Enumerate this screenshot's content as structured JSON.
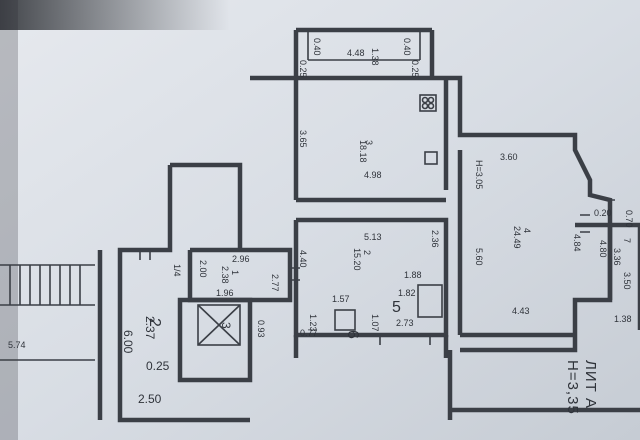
{
  "balcony": {
    "width": "4.48",
    "depth": "1.38",
    "left_offset": "0.40",
    "right_offset": "0.40",
    "left_side": "0.25",
    "right_side": "0.25"
  },
  "room3": {
    "number": "3",
    "area": "18.18",
    "left_wall": "3.65",
    "bottom_wall": "4.98"
  },
  "room2": {
    "number": "2",
    "area": "15.20",
    "width": "5.13",
    "height": "4.40",
    "right_wall": "2.36",
    "bottom": "1.88"
  },
  "room4": {
    "number": "4",
    "area": "24.49",
    "top": "3.60",
    "label_h": "H=3.05",
    "right": "5.60",
    "bottom": "4.43",
    "left_seg": "4.84"
  },
  "room1": {
    "number": "1",
    "area": "2.38",
    "fraction": "1/4",
    "top": "2.96",
    "left": "2.00",
    "bottom": "1.96",
    "right_a": "2.77",
    "right_b": "0.93"
  },
  "corridor": {
    "number": "2",
    "area": "6.00",
    "a": "2.37",
    "b": "0.25",
    "c": "2.50"
  },
  "room5": {
    "number": "5",
    "top": "1.82",
    "area": "2.73",
    "side": "1.07"
  },
  "room6": {
    "number": "6",
    "top": "1.57",
    "side": "1.23",
    "bottom": "0.77"
  },
  "room7": {
    "number": "7",
    "a": "0.20",
    "b": "4.80",
    "c": "0.70",
    "d": "1.38",
    "e": "3.50",
    "area": "3.36"
  },
  "elevator": {
    "number": "3"
  },
  "stair": {
    "width": "5.74"
  },
  "footer": {
    "lit": "ЛИТ А",
    "height": "Н=3,35"
  }
}
